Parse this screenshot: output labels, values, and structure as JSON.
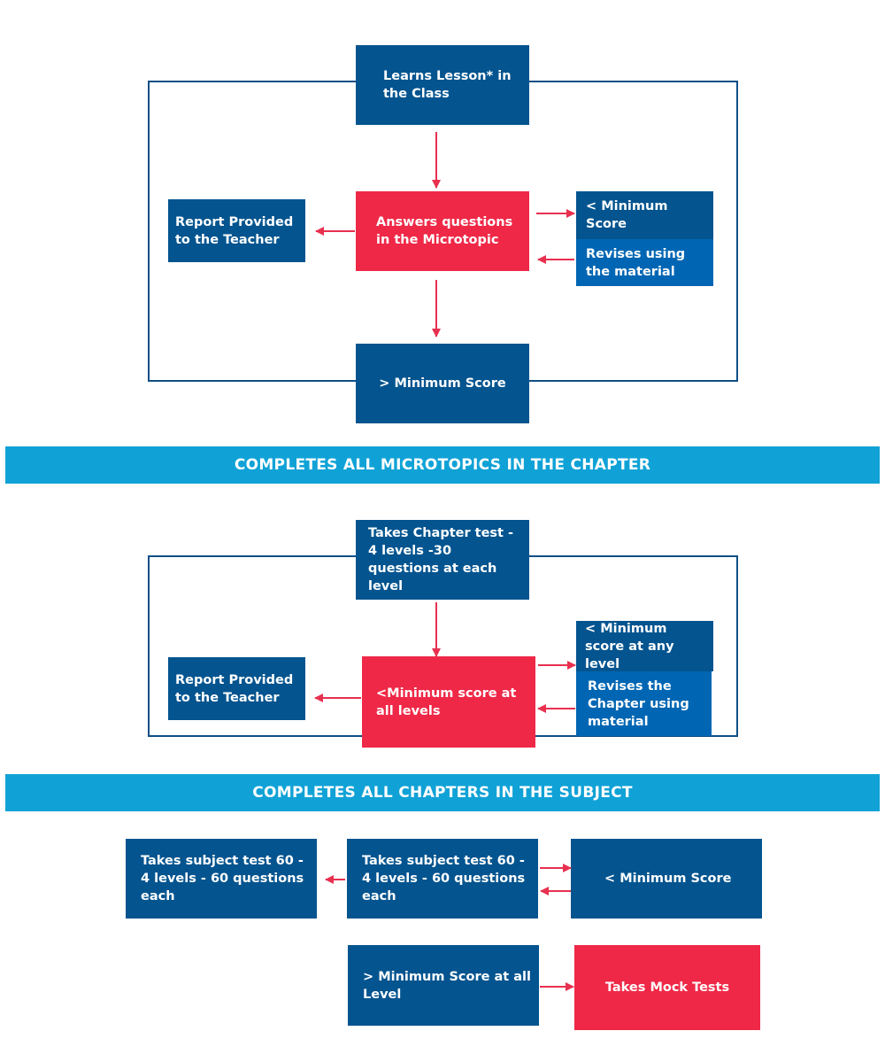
{
  "section1": {
    "learns_lesson": "Learns Lesson* in the Class",
    "answers_questions": "Answers questions in the Microtopic",
    "report": "Report Provided to the Teacher",
    "min_score_low": "< Minimum Score",
    "revises": "Revises using the material",
    "min_score_high": "> Minimum Score"
  },
  "banner1": "COMPLETES ALL MICROTOPICS IN THE CHAPTER",
  "section2": {
    "chapter_test": "Takes Chapter test - 4 levels -30 questions at each level",
    "min_score_all": "<Minimum score at all levels",
    "report": "Report Provided to the Teacher",
    "min_score_any": "< Minimum score at any level",
    "revises_chapter": "Revises the Chapter using material"
  },
  "banner2": "COMPLETES ALL  CHAPTERS IN THE SUBJECT",
  "section3": {
    "subject_test_left": "Takes subject test 60 - 4 levels - 60 questions each",
    "subject_test_mid": "Takes subject test 60 - 4 levels - 60 questions each",
    "min_score": "< Minimum Score",
    "min_score_all_level": "> Minimum Score at all Level",
    "mock_tests": "Takes Mock Tests"
  },
  "colors": {
    "dark_blue": "#03548f",
    "mid_blue": "#0066b3",
    "red": "#ef2847",
    "banner_cyan": "#10a2d6",
    "arrow_red": "#e8304f"
  }
}
